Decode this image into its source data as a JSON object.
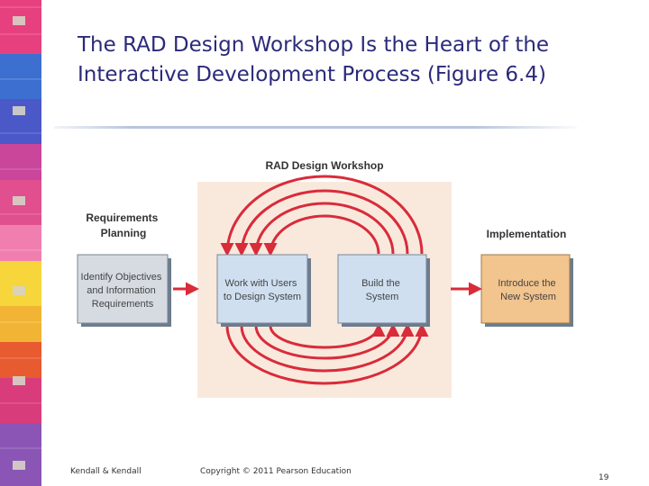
{
  "slide": {
    "title_line1": "The RAD Design Workshop Is the Heart of the",
    "title_line2": "Interactive Development Process (Figure 6.4)"
  },
  "diagram": {
    "workshop_title": "RAD Design Workshop",
    "requirements_heading_line1": "Requirements",
    "requirements_heading_line2": "Planning",
    "implementation_heading": "Implementation",
    "box_identify": [
      "Identify Objectives",
      "and Information",
      "Requirements"
    ],
    "box_work_users": [
      "Work with Users",
      "to Design System"
    ],
    "box_build": [
      "Build the",
      "System"
    ],
    "box_introduce": [
      "Introduce the",
      "New System"
    ]
  },
  "footer": {
    "left": "Kendall & Kendall",
    "center": "Copyright © 2011 Pearson Education",
    "page_number": "19"
  },
  "colors": {
    "title": "#2b2a7a",
    "arrow": "#d92b3a",
    "workshop_bg": "#f9e9dd",
    "blue_box": "#cfdff0",
    "gray_box": "#d6dbe2",
    "orange_box": "#f2c48e"
  }
}
